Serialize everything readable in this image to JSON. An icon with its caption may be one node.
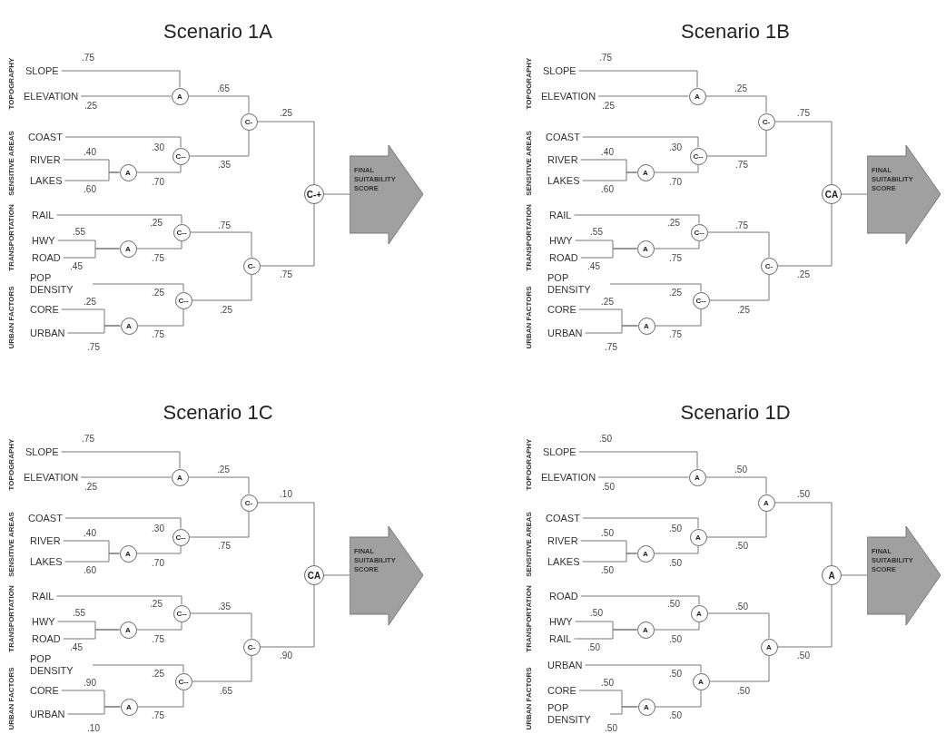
{
  "diagram": {
    "nodes": [
      {
        "text": [
          "SLOPE"
        ]
      },
      {
        "text": [
          "ELEVATION"
        ]
      },
      {
        "text": [
          "COAST"
        ]
      },
      {
        "text": [
          "RIVER"
        ]
      },
      {
        "text": [
          "LAKES"
        ]
      },
      {
        "text": [
          "RAIL"
        ]
      },
      {
        "text": [
          "HWY"
        ]
      },
      {
        "text": [
          "ROAD"
        ]
      },
      {
        "text": [
          "POP DENSITY"
        ]
      },
      {
        "text": [
          "CORE"
        ]
      },
      {
        "text": [
          "URBAN"
        ]
      },
      {
        "text": [
          "A"
        ]
      },
      {
        "text": [
          "C-"
        ]
      },
      {
        "text": [
          "C--"
        ]
      },
      {
        "text": [
          "A"
        ]
      },
      {
        "text": [
          "C-+"
        ]
      },
      {
        "text": [
          "C--"
        ]
      },
      {
        "text": [
          "A"
        ]
      },
      {
        "text": [
          "C-"
        ]
      },
      {
        "text": [
          "C--"
        ]
      },
      {
        "text": [
          "A"
        ]
      },
      {
        "text": [
          "FINAL SUITABILITY SCORE"
        ]
      },
      {
        "text": [
          "SLOPE"
        ]
      },
      {
        "text": [
          "ELEVATION"
        ]
      },
      {
        "text": [
          "COAST"
        ]
      },
      {
        "text": [
          "RIVER"
        ]
      },
      {
        "text": [
          "LAKES"
        ]
      },
      {
        "text": [
          "RAIL"
        ]
      },
      {
        "text": [
          "HWY"
        ]
      },
      {
        "text": [
          "ROAD"
        ]
      },
      {
        "text": [
          "POP DENSITY"
        ]
      },
      {
        "text": [
          "CORE"
        ]
      },
      {
        "text": [
          "URBAN"
        ]
      },
      {
        "text": [
          "A"
        ]
      },
      {
        "text": [
          "C-"
        ]
      },
      {
        "text": [
          "C--"
        ]
      },
      {
        "text": [
          "A"
        ]
      },
      {
        "text": [
          "CA"
        ]
      },
      {
        "text": [
          "C--"
        ]
      },
      {
        "text": [
          "A"
        ]
      },
      {
        "text": [
          "C-"
        ]
      },
      {
        "text": [
          "C--"
        ]
      },
      {
        "text": [
          "A"
        ]
      },
      {
        "text": [
          "FINAL SUITABILITY SCORE"
        ]
      },
      {
        "text": [
          "SLOPE"
        ]
      },
      {
        "text": [
          "ELEVATION"
        ]
      },
      {
        "text": [
          "COAST"
        ]
      },
      {
        "text": [
          "RIVER"
        ]
      },
      {
        "text": [
          "LAKES"
        ]
      },
      {
        "text": [
          "RAIL"
        ]
      },
      {
        "text": [
          "HWY"
        ]
      },
      {
        "text": [
          "ROAD"
        ]
      },
      {
        "text": [
          "POP DENSITY"
        ]
      },
      {
        "text": [
          "CORE"
        ]
      },
      {
        "text": [
          "URBAN"
        ]
      },
      {
        "text": [
          "A"
        ]
      },
      {
        "text": [
          "C-"
        ]
      },
      {
        "text": [
          "C--"
        ]
      },
      {
        "text": [
          "A"
        ]
      },
      {
        "text": [
          "CA"
        ]
      },
      {
        "text": [
          "C--"
        ]
      },
      {
        "text": [
          "A"
        ]
      },
      {
        "text": [
          "C-"
        ]
      },
      {
        "text": [
          "C--"
        ]
      },
      {
        "text": [
          "A"
        ]
      },
      {
        "text": [
          "FINAL SUITABILITY SCORE"
        ]
      },
      {
        "text": [
          "SLOPE"
        ]
      },
      {
        "text": [
          "ELEVATION"
        ]
      },
      {
        "text": [
          "COAST"
        ]
      },
      {
        "text": [
          "RIVER"
        ]
      },
      {
        "text": [
          "LAKES"
        ]
      },
      {
        "text": [
          "ROAD"
        ]
      },
      {
        "text": [
          "HWY"
        ]
      },
      {
        "text": [
          "RAIL"
        ]
      },
      {
        "text": [
          "URBAN"
        ]
      },
      {
        "text": [
          "CORE"
        ]
      },
      {
        "text": [
          "POP DENSITY"
        ]
      },
      {
        "text": [
          "A"
        ]
      },
      {
        "text": [
          "A"
        ]
      },
      {
        "text": [
          "A"
        ]
      },
      {
        "text": [
          "A"
        ]
      },
      {
        "text": [
          "A"
        ]
      },
      {
        "text": [
          "A"
        ]
      },
      {
        "text": [
          "A"
        ]
      },
      {
        "text": [
          "A"
        ]
      },
      {
        "text": [
          "A"
        ]
      },
      {
        "text": [
          "A"
        ]
      },
      {
        "text": [
          "FINAL SUITABILITY SCORE"
        ]
      }
    ],
    "edges": [
      {
        "from": 0,
        "to": 11,
        "arrow": "none",
        "label": ".75"
      },
      {
        "from": 1,
        "to": 11,
        "arrow": "none",
        "label": ".25"
      },
      {
        "from": 11,
        "to": 12,
        "arrow": "none",
        "label": ".65"
      },
      {
        "from": 2,
        "to": 13,
        "arrow": "none",
        "label": ".30"
      },
      {
        "from": 3,
        "to": 14,
        "arrow": "none",
        "label": ".40"
      },
      {
        "from": 4,
        "to": 14,
        "arrow": "none",
        "label": ".60"
      },
      {
        "from": 14,
        "to": 13,
        "arrow": "none",
        "label": ".70"
      },
      {
        "from": 13,
        "to": 12,
        "arrow": "none",
        "label": ".35"
      },
      {
        "from": 12,
        "to": 15,
        "arrow": "none",
        "label": ".25"
      },
      {
        "from": 5,
        "to": 16,
        "arrow": "none",
        "label": ".25"
      },
      {
        "from": 6,
        "to": 17,
        "arrow": "none",
        "label": ".55"
      },
      {
        "from": 7,
        "to": 17,
        "arrow": "none",
        "label": ".45"
      },
      {
        "from": 17,
        "to": 16,
        "arrow": "none",
        "label": ".75"
      },
      {
        "from": 16,
        "to": 18,
        "arrow": "none",
        "label": ".75"
      },
      {
        "from": 8,
        "to": 19,
        "arrow": "none",
        "label": ".25"
      },
      {
        "from": 9,
        "to": 20,
        "arrow": "none",
        "label": ".25"
      },
      {
        "from": 10,
        "to": 20,
        "arrow": "none",
        "label": ".75"
      },
      {
        "from": 20,
        "to": 19,
        "arrow": "none",
        "label": ".75"
      },
      {
        "from": 19,
        "to": 18,
        "arrow": "none",
        "label": ".25"
      },
      {
        "from": 18,
        "to": 15,
        "arrow": "none",
        "label": ".75"
      },
      {
        "from": 15,
        "to": 21,
        "arrow": "none"
      },
      {
        "from": 22,
        "to": 33,
        "arrow": "none",
        "label": ".75"
      },
      {
        "from": 23,
        "to": 33,
        "arrow": "none",
        "label": ".25"
      },
      {
        "from": 33,
        "to": 34,
        "arrow": "none",
        "label": ".25"
      },
      {
        "from": 24,
        "to": 35,
        "arrow": "none",
        "label": ".30"
      },
      {
        "from": 25,
        "to": 36,
        "arrow": "none",
        "label": ".40"
      },
      {
        "from": 26,
        "to": 36,
        "arrow": "none",
        "label": ".60"
      },
      {
        "from": 36,
        "to": 35,
        "arrow": "none",
        "label": ".70"
      },
      {
        "from": 35,
        "to": 34,
        "arrow": "none",
        "label": ".75"
      },
      {
        "from": 34,
        "to": 37,
        "arrow": "none",
        "label": ".75"
      },
      {
        "from": 27,
        "to": 38,
        "arrow": "none",
        "label": ".25"
      },
      {
        "from": 28,
        "to": 39,
        "arrow": "none",
        "label": ".55"
      },
      {
        "from": 29,
        "to": 39,
        "arrow": "none",
        "label": ".45"
      },
      {
        "from": 39,
        "to": 38,
        "arrow": "none",
        "label": ".75"
      },
      {
        "from": 38,
        "to": 40,
        "arrow": "none",
        "label": ".75"
      },
      {
        "from": 30,
        "to": 41,
        "arrow": "none",
        "label": ".25"
      },
      {
        "from": 31,
        "to": 42,
        "arrow": "none",
        "label": ".25"
      },
      {
        "from": 32,
        "to": 42,
        "arrow": "none",
        "label": ".75"
      },
      {
        "from": 42,
        "to": 41,
        "arrow": "none",
        "label": ".75"
      },
      {
        "from": 41,
        "to": 40,
        "arrow": "none",
        "label": ".25"
      },
      {
        "from": 40,
        "to": 37,
        "arrow": "none",
        "label": ".25"
      },
      {
        "from": 37,
        "to": 43,
        "arrow": "none"
      },
      {
        "from": 44,
        "to": 55,
        "arrow": "none",
        "label": ".75"
      },
      {
        "from": 45,
        "to": 55,
        "arrow": "none",
        "label": ".25"
      },
      {
        "from": 55,
        "to": 56,
        "arrow": "none",
        "label": ".25"
      },
      {
        "from": 46,
        "to": 57,
        "arrow": "none",
        "label": ".30"
      },
      {
        "from": 47,
        "to": 58,
        "arrow": "none",
        "label": ".40"
      },
      {
        "from": 48,
        "to": 58,
        "arrow": "none",
        "label": ".60"
      },
      {
        "from": 58,
        "to": 57,
        "arrow": "none",
        "label": ".70"
      },
      {
        "from": 57,
        "to": 56,
        "arrow": "none",
        "label": ".75"
      },
      {
        "from": 56,
        "to": 59,
        "arrow": "none",
        "label": ".10"
      },
      {
        "from": 49,
        "to": 60,
        "arrow": "none",
        "label": ".25"
      },
      {
        "from": 50,
        "to": 61,
        "arrow": "none",
        "label": ".55"
      },
      {
        "from": 51,
        "to": 61,
        "arrow": "none",
        "label": ".45"
      },
      {
        "from": 61,
        "to": 60,
        "arrow": "none",
        "label": ".75"
      },
      {
        "from": 60,
        "to": 62,
        "arrow": "none",
        "label": ".35"
      },
      {
        "from": 52,
        "to": 63,
        "arrow": "none",
        "label": ".25"
      },
      {
        "from": 53,
        "to": 64,
        "arrow": "none",
        "label": ".90"
      },
      {
        "from": 54,
        "to": 64,
        "arrow": "none",
        "label": ".10"
      },
      {
        "from": 64,
        "to": 63,
        "arrow": "none",
        "label": ".75"
      },
      {
        "from": 63,
        "to": 62,
        "arrow": "none",
        "label": ".65"
      },
      {
        "from": 62,
        "to": 59,
        "arrow": "none",
        "label": ".90"
      },
      {
        "from": 59,
        "to": 65,
        "arrow": "none"
      },
      {
        "from": 66,
        "to": 77,
        "arrow": "none",
        "label": ".50"
      },
      {
        "from": 67,
        "to": 77,
        "arrow": "none",
        "label": ".50"
      },
      {
        "from": 77,
        "to": 78,
        "arrow": "none",
        "label": ".50"
      },
      {
        "from": 68,
        "to": 79,
        "arrow": "none",
        "label": ".50"
      },
      {
        "from": 69,
        "to": 80,
        "arrow": "none",
        "label": ".50"
      },
      {
        "from": 70,
        "to": 80,
        "arrow": "none",
        "label": ".50"
      },
      {
        "from": 80,
        "to": 79,
        "arrow": "none",
        "label": ".50"
      },
      {
        "from": 79,
        "to": 78,
        "arrow": "none",
        "label": ".50"
      },
      {
        "from": 78,
        "to": 81,
        "arrow": "none",
        "label": ".50"
      },
      {
        "from": 71,
        "to": 82,
        "arrow": "none",
        "label": ".50"
      },
      {
        "from": 72,
        "to": 83,
        "arrow": "none",
        "label": ".50"
      },
      {
        "from": 73,
        "to": 83,
        "arrow": "none",
        "label": ".50"
      },
      {
        "from": 83,
        "to": 82,
        "arrow": "none",
        "label": ".50"
      },
      {
        "from": 82,
        "to": 84,
        "arrow": "none",
        "label": ".50"
      },
      {
        "from": 74,
        "to": 85,
        "arrow": "none",
        "label": ".50"
      },
      {
        "from": 75,
        "to": 86,
        "arrow": "none",
        "label": ".50"
      },
      {
        "from": 76,
        "to": 86,
        "arrow": "none",
        "label": ".50"
      },
      {
        "from": 86,
        "to": 85,
        "arrow": "none",
        "label": ".50"
      },
      {
        "from": 85,
        "to": 84,
        "arrow": "none",
        "label": ".50"
      },
      {
        "from": 84,
        "to": 81,
        "arrow": "none",
        "label": ".50"
      },
      {
        "from": 81,
        "to": 87,
        "arrow": "none"
      }
    ],
    "labels": [
      "Scenario 1A",
      "TOPOGRAPHY",
      "SENSITIVE AREAS",
      "TRANSPORTATION",
      "URBAN FACTORS",
      "Scenario 1B",
      "TOPOGRAPHY",
      "SENSITIVE AREAS",
      "TRANSPORTATION",
      "URBAN FACTORS",
      "Scenario 1C",
      "TOPOGRAPHY",
      "SENSITIVE AREAS",
      "TRANSPORTATION",
      "URBAN FACTORS",
      "Scenario 1D",
      "TOPOGRAPHY",
      "SENSITIVE AREAS",
      "TRANSPORTATION",
      "URBAN FACTORS"
    ]
  }
}
